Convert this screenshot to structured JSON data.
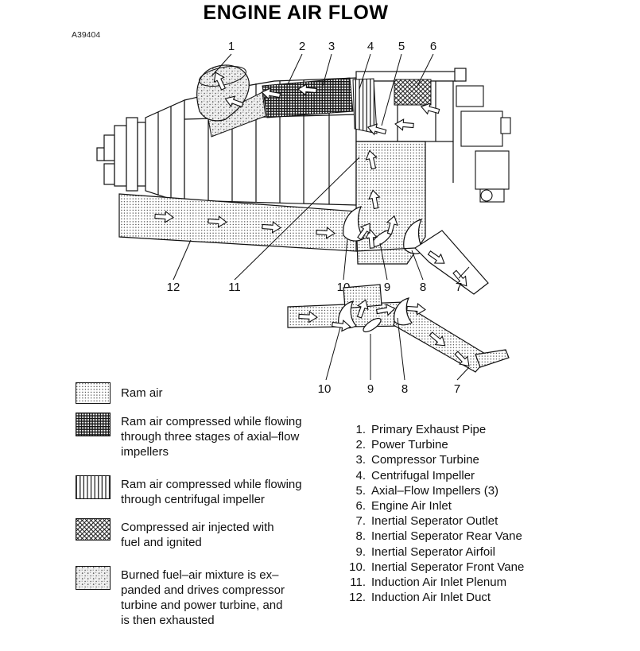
{
  "page": {
    "title": "ENGINE AIR FLOW",
    "figure_code": "A39404"
  },
  "diagram": {
    "top_callouts": [
      "1",
      "2",
      "3",
      "4",
      "5",
      "6"
    ],
    "bottom_callouts": [
      "12",
      "11",
      "10",
      "9",
      "8",
      "7"
    ],
    "detail_callouts": [
      "10",
      "9",
      "8",
      "7"
    ]
  },
  "legend": {
    "items": [
      {
        "pattern": "dot-grid",
        "label": "Ram air"
      },
      {
        "pattern": "dense-grid",
        "label": "Ram air compressed while flowing\nthrough three stages of axial–flow\nimpellers"
      },
      {
        "pattern": "vertical-lines",
        "label": "Ram air compressed while flowing\nthrough centrifugal impeller"
      },
      {
        "pattern": "diagonal-crosshatch",
        "label": "Compressed air injected with\nfuel and ignited"
      },
      {
        "pattern": "stipple",
        "label": "Burned fuel–air mixture is ex–\npanded and drives compressor\nturbine and power turbine, and\nis then exhausted"
      }
    ]
  },
  "parts_list": [
    {
      "num": "1.",
      "label": "Primary Exhaust Pipe"
    },
    {
      "num": "2.",
      "label": "Power Turbine"
    },
    {
      "num": "3.",
      "label": "Compressor Turbine"
    },
    {
      "num": "4.",
      "label": "Centrifugal Impeller"
    },
    {
      "num": "5.",
      "label": "Axial–Flow Impellers (3)"
    },
    {
      "num": "6.",
      "label": "Engine Air Inlet"
    },
    {
      "num": "7.",
      "label": "Inertial Seperator Outlet"
    },
    {
      "num": "8.",
      "label": "Inertial Seperator Rear Vane"
    },
    {
      "num": "9.",
      "label": "Inertial Seperator Airfoil"
    },
    {
      "num": "10.",
      "label": "Inertial Seperator Front Vane"
    },
    {
      "num": "11.",
      "label": "Induction Air Inlet Plenum"
    },
    {
      "num": "12.",
      "label": "Induction Air Inlet Duct"
    }
  ]
}
